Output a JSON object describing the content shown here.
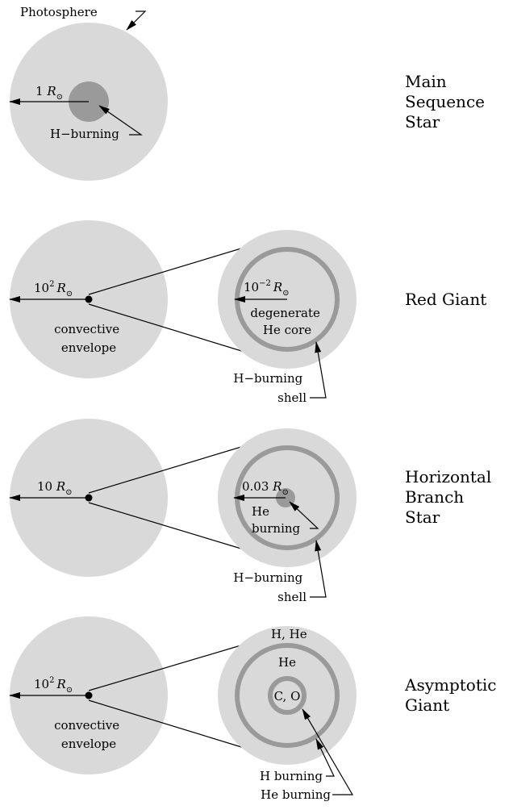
{
  "colors": {
    "envelope": "#d9d9d9",
    "burning": "#9a9a9a",
    "line": "#000000",
    "background": "#ffffff"
  },
  "main_sequence": {
    "photosphere_label": "Photosphere",
    "radius_prefix": "1 ",
    "radius_symbol": "R",
    "sun_symbol": "⊙",
    "core_label": "H−burning",
    "title_lines": [
      "Main",
      "Sequence",
      "Star"
    ]
  },
  "red_giant": {
    "radius_base": "10",
    "radius_exp": "2",
    "radius_symbol": "R",
    "sun_symbol": "⊙",
    "envelope_label_1": "convective",
    "envelope_label_2": "envelope",
    "core_radius_base": "10",
    "core_radius_exp": "−2",
    "core_label_1": "degenerate",
    "core_label_2": "He core",
    "shell_label_1": "H−burning",
    "shell_label_2": "shell",
    "title": "Red Giant"
  },
  "horizontal_branch": {
    "radius_prefix": "10 ",
    "radius_symbol": "R",
    "sun_symbol": "⊙",
    "core_radius_prefix": "0.03 ",
    "core_label_1": "He",
    "core_label_2": "burning",
    "shell_label_1": "H−burning",
    "shell_label_2": "shell",
    "title_lines": [
      "Horizontal",
      "Branch",
      "Star"
    ]
  },
  "asymptotic_giant": {
    "radius_base": "10",
    "radius_exp": "2",
    "radius_symbol": "R",
    "sun_symbol": "⊙",
    "envelope_label_1": "convective",
    "envelope_label_2": "envelope",
    "top_label": "H, He",
    "mid_label": "He",
    "core_label": "C, O",
    "h_burning_label": "H burning",
    "he_burning_label": "He burning",
    "title_lines": [
      "Asymptotic",
      "Giant"
    ]
  }
}
